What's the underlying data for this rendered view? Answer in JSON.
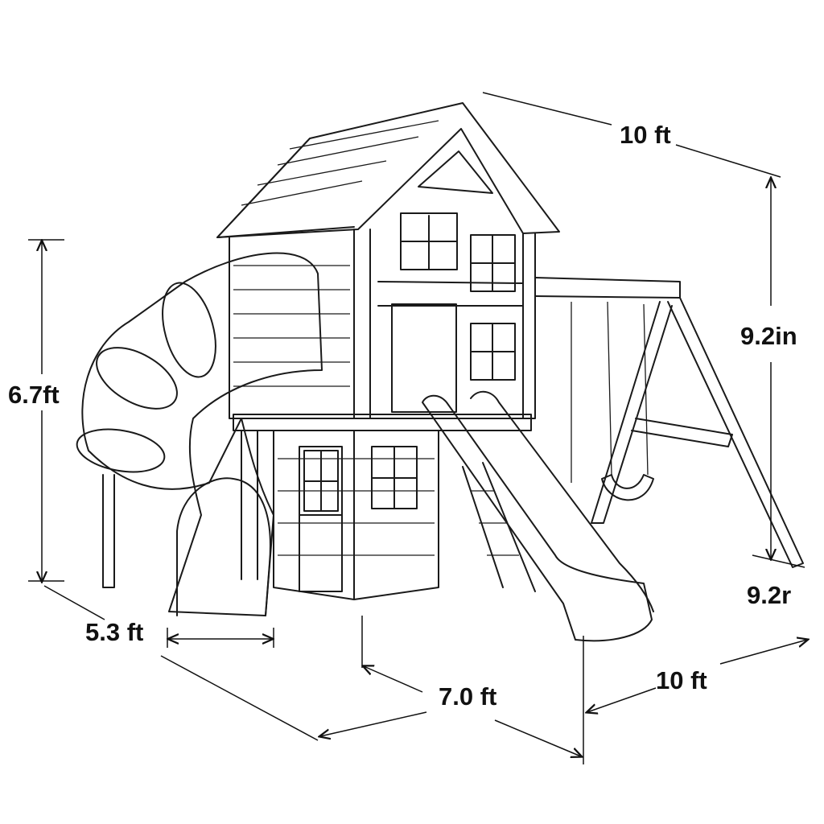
{
  "dimensions": {
    "top_width": "10 ft",
    "right_height": "9.2in",
    "left_height": "6.7ft",
    "slide_exit_width": "5.3 ft",
    "front_depth": "7.0 ft",
    "right_depth": "10 ft",
    "swing_base": "9.2r"
  }
}
